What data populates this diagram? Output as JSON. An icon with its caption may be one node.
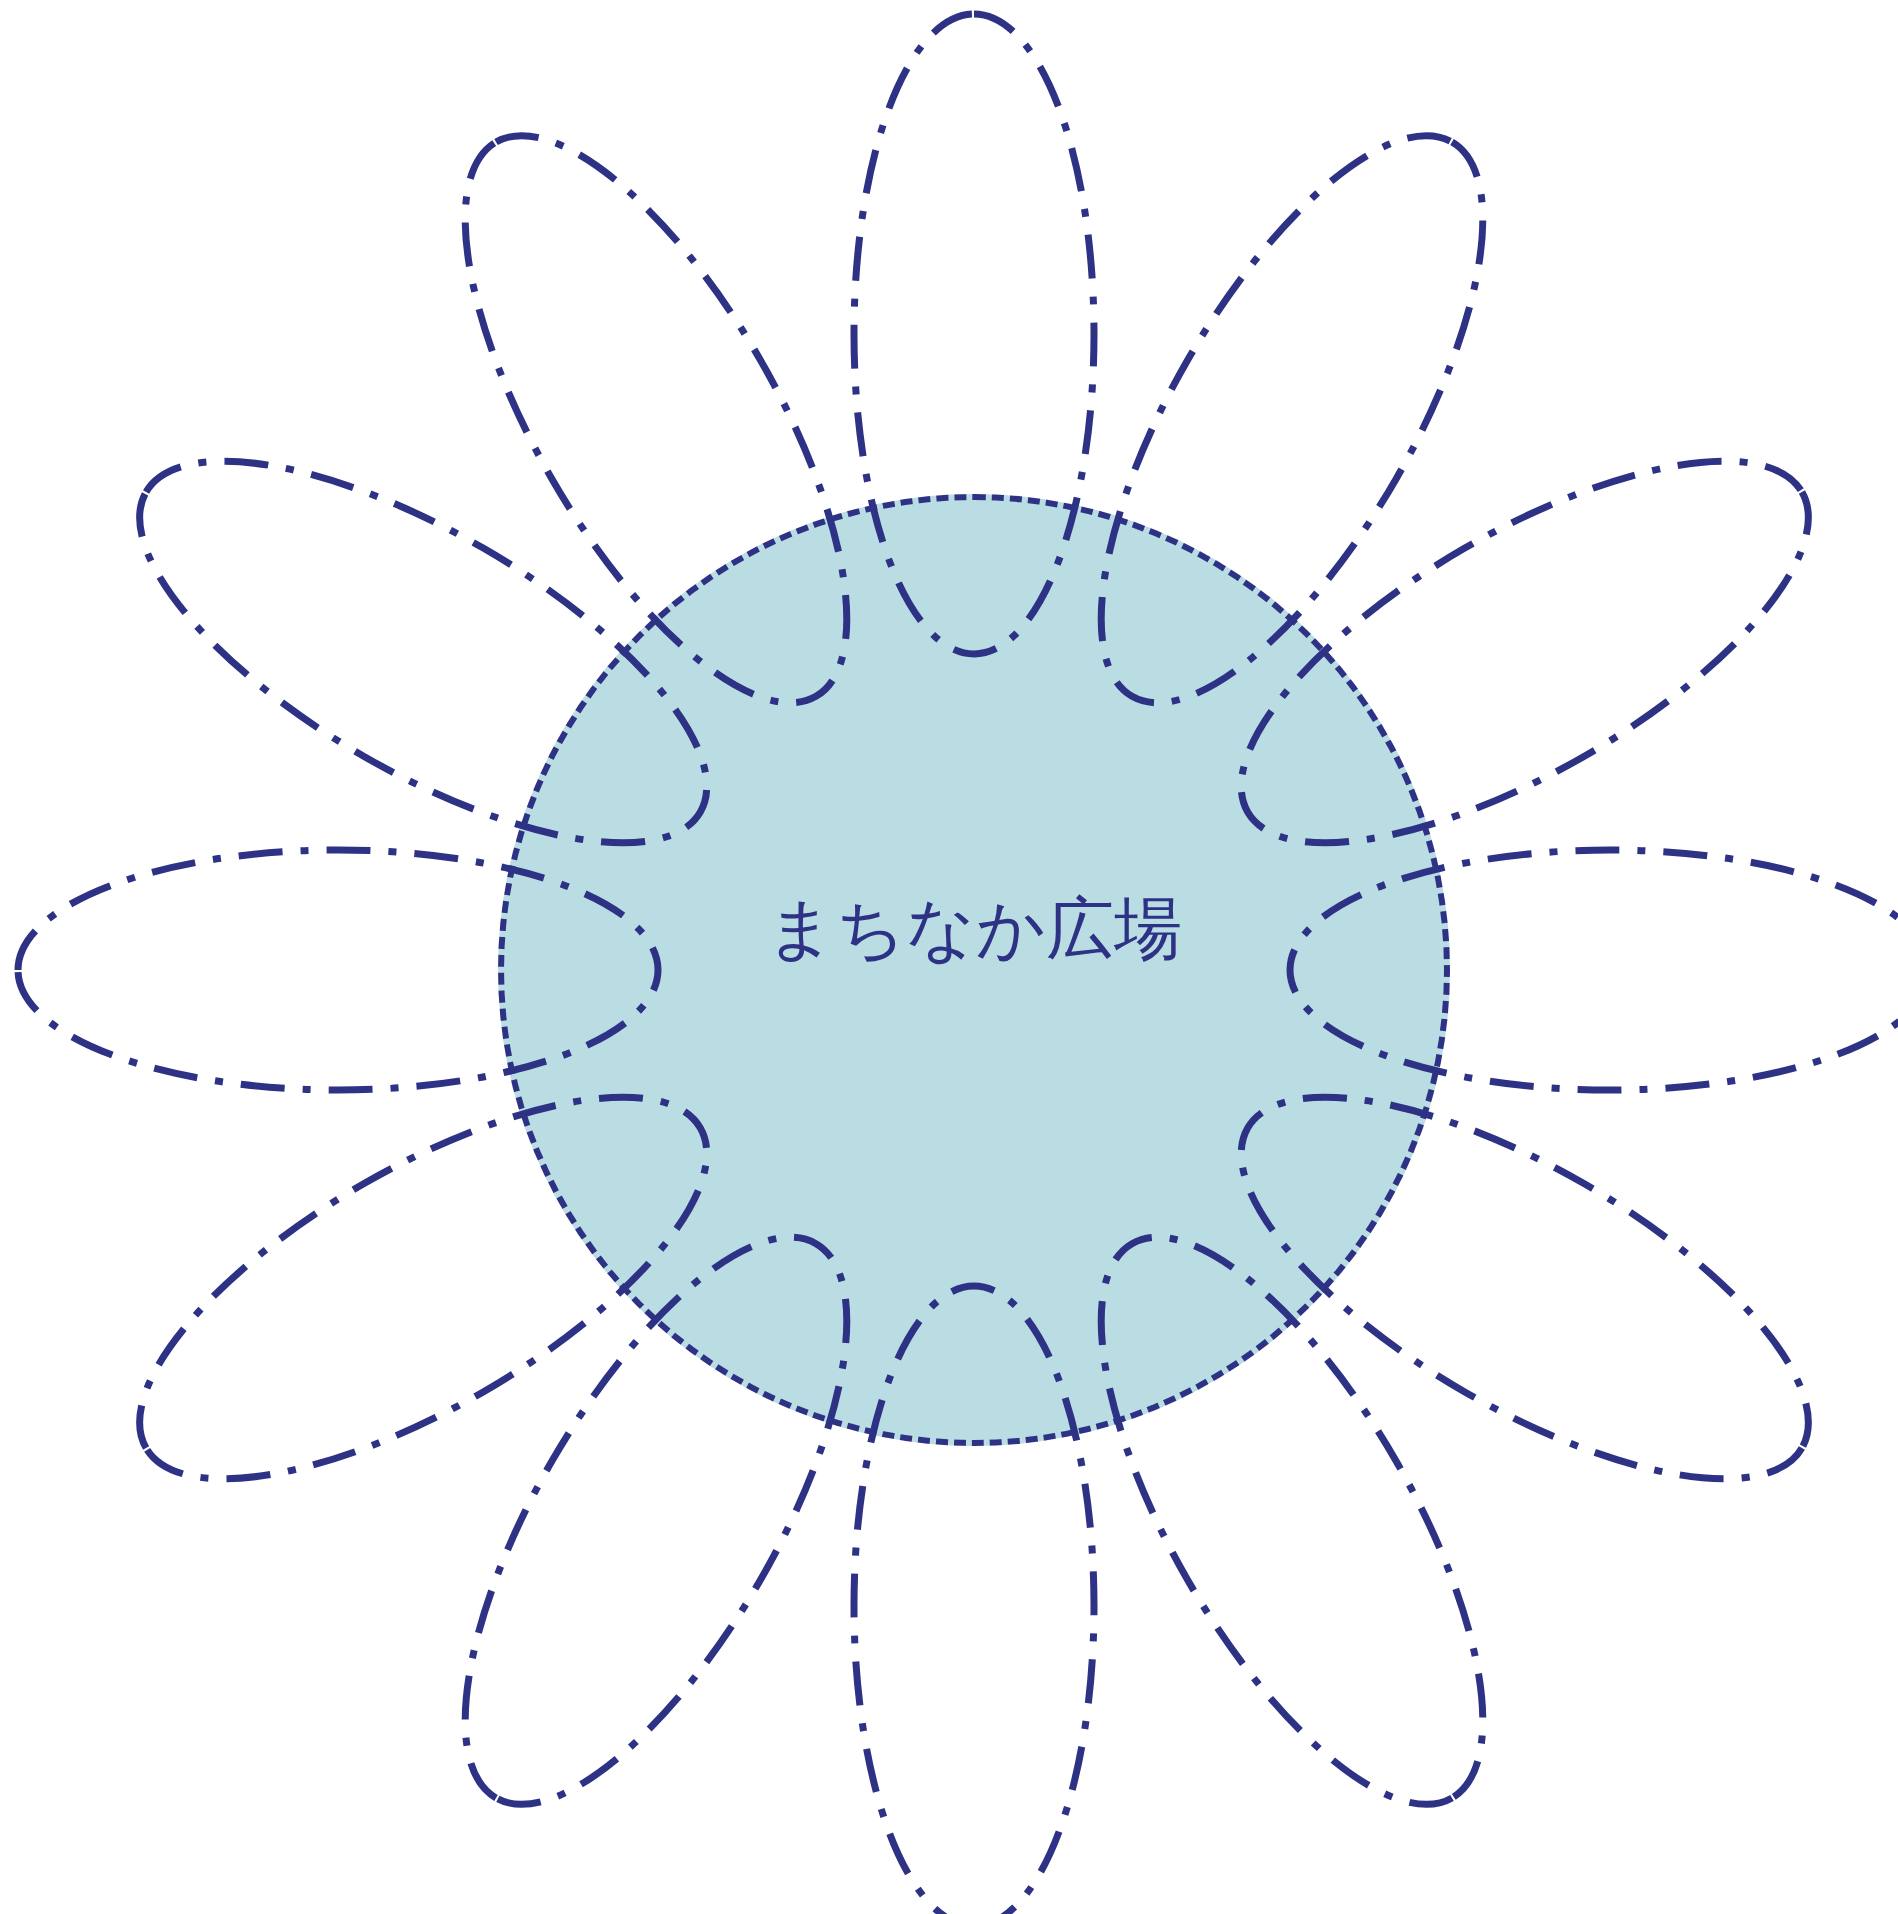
{
  "diagram": {
    "nodes": [
      {
        "text": [
          "まちなか広場"
        ]
      },
      {
        "text": [],
        "shape": "ellipse"
      },
      {
        "text": [],
        "shape": "ellipse"
      },
      {
        "text": [],
        "shape": "ellipse"
      },
      {
        "text": [],
        "shape": "ellipse"
      },
      {
        "text": [],
        "shape": "ellipse"
      },
      {
        "text": [],
        "shape": "ellipse"
      },
      {
        "text": [],
        "shape": "ellipse"
      },
      {
        "text": [],
        "shape": "ellipse"
      },
      {
        "text": [],
        "shape": "ellipse"
      },
      {
        "text": [],
        "shape": "ellipse"
      },
      {
        "text": [],
        "shape": "ellipse"
      },
      {
        "text": [],
        "shape": "ellipse"
      }
    ]
  }
}
